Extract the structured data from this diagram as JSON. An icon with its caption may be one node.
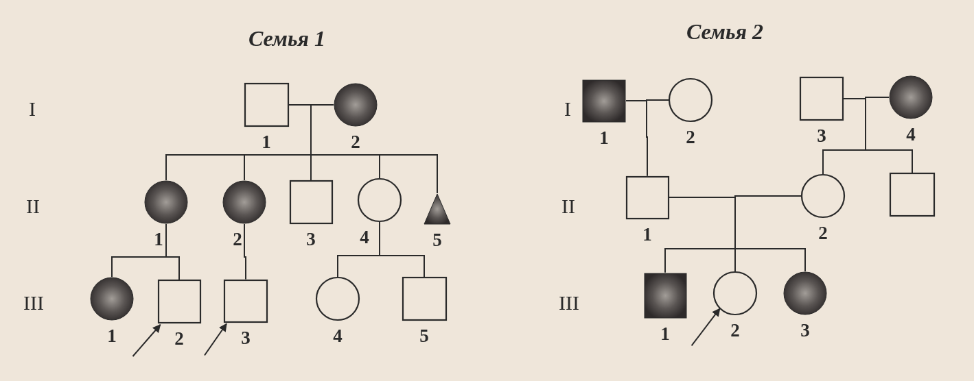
{
  "diagram": {
    "nodes": [
      {
        "text": [],
        "shape": "box",
        "beside": [
          "1"
        ]
      },
      {
        "text": [],
        "shape": "disc",
        "beside": [
          "2"
        ]
      },
      {
        "text": [],
        "shape": "disc",
        "beside": [
          "1"
        ]
      },
      {
        "text": [],
        "shape": "disc",
        "beside": [
          "2"
        ]
      },
      {
        "text": [],
        "shape": "box",
        "beside": [
          "3"
        ]
      },
      {
        "text": [],
        "shape": "circle",
        "beside": [
          "4"
        ]
      },
      {
        "text": [],
        "shape": "triangle",
        "beside": [
          "5"
        ]
      },
      {
        "text": [],
        "shape": "disc",
        "beside": [
          "1"
        ]
      },
      {
        "text": [],
        "shape": "box",
        "beside": [
          "2"
        ]
      },
      {
        "text": [],
        "shape": "box",
        "beside": [
          "3"
        ]
      },
      {
        "text": [],
        "shape": "circle",
        "beside": [
          "4"
        ]
      },
      {
        "text": [],
        "shape": "box",
        "beside": [
          "5"
        ]
      },
      {
        "text": [],
        "shape": "block",
        "beside": [
          "1"
        ]
      },
      {
        "text": [],
        "shape": "circle",
        "beside": [
          "2"
        ]
      },
      {
        "text": [],
        "shape": "box",
        "beside": [
          "3"
        ]
      },
      {
        "text": [],
        "shape": "disc",
        "beside": [
          "4"
        ]
      },
      {
        "text": [],
        "shape": "box",
        "beside": [
          "1"
        ]
      },
      {
        "text": [],
        "shape": "circle",
        "beside": [
          "2"
        ]
      },
      {
        "text": [],
        "shape": "box"
      },
      {
        "text": [],
        "shape": "block",
        "beside": [
          "1"
        ]
      },
      {
        "text": [],
        "shape": "circle",
        "beside": [
          "2"
        ]
      },
      {
        "text": [],
        "shape": "disc",
        "beside": [
          "3"
        ]
      }
    ],
    "edges": [
      {
        "from": 0,
        "to": 2,
        "arrow": "none"
      },
      {
        "from": 0,
        "to": 3,
        "arrow": "none"
      },
      {
        "from": 0,
        "to": 4,
        "arrow": "none"
      },
      {
        "from": 0,
        "to": 5,
        "arrow": "none"
      },
      {
        "from": 0,
        "to": 6,
        "arrow": "none"
      },
      {
        "from": 1,
        "to": 2,
        "arrow": "none"
      },
      {
        "from": 1,
        "to": 3,
        "arrow": "none"
      },
      {
        "from": 1,
        "to": 4,
        "arrow": "none"
      },
      {
        "from": 1,
        "to": 5,
        "arrow": "none"
      },
      {
        "from": 1,
        "to": 6,
        "arrow": "none"
      },
      {
        "from": 2,
        "to": 7,
        "arrow": "none"
      },
      {
        "from": 2,
        "to": 8,
        "arrow": "none"
      },
      {
        "from": 3,
        "to": 9,
        "arrow": "none"
      },
      {
        "from": 5,
        "to": 10,
        "arrow": "none"
      },
      {
        "from": 5,
        "to": 11,
        "arrow": "none"
      },
      {
        "from": null,
        "to": 8,
        "arrow": "to"
      },
      {
        "from": null,
        "to": 9,
        "arrow": "to"
      },
      {
        "from": 12,
        "to": 16,
        "arrow": "none"
      },
      {
        "from": 13,
        "to": 16,
        "arrow": "none"
      },
      {
        "from": 14,
        "to": 17,
        "arrow": "none"
      },
      {
        "from": 14,
        "to": 18,
        "arrow": "none"
      },
      {
        "from": 15,
        "to": 17,
        "arrow": "none"
      },
      {
        "from": 15,
        "to": 18,
        "arrow": "none"
      },
      {
        "from": 16,
        "to": 19,
        "arrow": "none"
      },
      {
        "from": 16,
        "to": 20,
        "arrow": "none"
      },
      {
        "from": 16,
        "to": 21,
        "arrow": "none"
      },
      {
        "from": 17,
        "to": 19,
        "arrow": "none"
      },
      {
        "from": 17,
        "to": 20,
        "arrow": "none"
      },
      {
        "from": 17,
        "to": 21,
        "arrow": "none"
      },
      {
        "from": null,
        "to": 20,
        "arrow": "to"
      }
    ],
    "labels": [
      "Семья 1",
      "Семья 2",
      "I",
      "II",
      "III",
      "I",
      "II",
      "III"
    ]
  }
}
